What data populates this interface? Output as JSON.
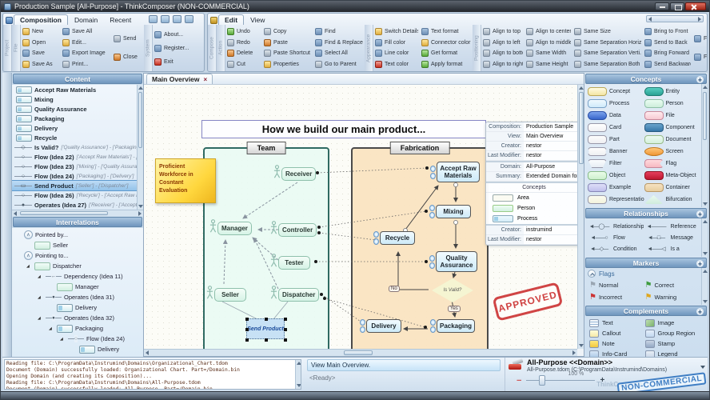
{
  "window": {
    "title": "Production Sample [All-Purpose] - ThinkComposer (NON-COMMERCIAL)",
    "controls": [
      {
        "n": "minimize-button",
        "c": "wb-min"
      },
      {
        "n": "maximize-button",
        "c": "wb-max"
      },
      {
        "n": "close-button",
        "c": "wb-close"
      }
    ]
  },
  "ribbon": {
    "left": {
      "section_label": "Project",
      "tabs": [
        {
          "label": "Composition",
          "active": "active"
        },
        {
          "label": "Domain"
        },
        {
          "label": "Recent"
        }
      ],
      "quick_buttons": [
        {
          "n": "quick-new-button",
          "c": "cg"
        },
        {
          "n": "quick-open-button",
          "c": "cy"
        },
        {
          "n": "quick-edit-button",
          "c": "cy"
        },
        {
          "n": "quick-save-button",
          "c": "cb"
        }
      ],
      "file_label": "File",
      "file_col1": [
        {
          "n": "new-button",
          "label": "New",
          "c": "cy"
        },
        {
          "n": "open-button",
          "label": "Open",
          "c": "cy"
        },
        {
          "n": "save-button",
          "label": "Save",
          "c": "cb"
        },
        {
          "n": "save-as-button",
          "label": "Save As",
          "c": "cy"
        }
      ],
      "file_col2": [
        {
          "n": "save-all-button",
          "label": "Save All",
          "c": "cb"
        },
        {
          "n": "edit-button",
          "label": "Edit...",
          "c": "cy"
        },
        {
          "n": "export-image-button",
          "label": "Export Image",
          "c": "cb"
        },
        {
          "n": "print-button",
          "label": "Print...",
          "c": "ck"
        }
      ],
      "file_col3": [
        {
          "n": "send-button",
          "label": "Send",
          "c": "ck"
        },
        {
          "n": "close-doc-button",
          "label": "Close",
          "c": "co"
        }
      ],
      "system_label": "System",
      "system_col": [
        {
          "n": "about-button",
          "label": "About...",
          "c": "cb"
        },
        {
          "n": "register-button",
          "label": "Register...",
          "c": "cb"
        },
        {
          "n": "exit-button",
          "label": "Exit",
          "c": "cr"
        }
      ]
    },
    "right": {
      "section_label": "Compose",
      "tabs": [
        {
          "label": "Edit",
          "active": "active"
        },
        {
          "label": "View"
        }
      ],
      "action_label": "Action",
      "action_col1": [
        {
          "n": "undo-button",
          "label": "Undo",
          "c": "cg"
        },
        {
          "n": "redo-button",
          "label": "Redo",
          "c": "ck"
        },
        {
          "n": "delete-button",
          "label": "Delete",
          "c": "co"
        },
        {
          "n": "cut-button",
          "label": "Cut",
          "c": "ck"
        }
      ],
      "action_col2": [
        {
          "n": "copy-button",
          "label": "Copy",
          "c": "ck"
        },
        {
          "n": "paste-button",
          "label": "Paste",
          "c": "co"
        },
        {
          "n": "paste-shortcut-button",
          "label": "Paste Shortcut",
          "c": "ck"
        },
        {
          "n": "properties-button",
          "label": "Properties",
          "c": "cy"
        }
      ],
      "action_col3": [
        {
          "n": "find-button",
          "label": "Find",
          "c": "cb"
        },
        {
          "n": "find-replace-button",
          "label": "Find & Replace",
          "c": "cb"
        },
        {
          "n": "select-all-button",
          "label": "Select All",
          "c": "cb"
        },
        {
          "n": "go-to-parent-button",
          "label": "Go to Parent",
          "c": "ck"
        }
      ],
      "appearance_label": "Appearance",
      "appearance_col1": [
        {
          "n": "switch-details-button",
          "label": "Switch Details",
          "c": "cy"
        },
        {
          "n": "fill-color-button",
          "label": "Fill color",
          "c": "cb"
        },
        {
          "n": "line-color-button",
          "label": "Line color",
          "c": "cb"
        },
        {
          "n": "text-color-button",
          "label": "Text color",
          "c": "cr"
        }
      ],
      "appearance_col2": [
        {
          "n": "text-format-button",
          "label": "Text format",
          "c": "cb"
        },
        {
          "n": "connector-color-button",
          "label": "Connector color",
          "c": "cy"
        },
        {
          "n": "get-format-button",
          "label": "Get format",
          "c": "cg"
        },
        {
          "n": "apply-format-button",
          "label": "Apply format",
          "c": "cg"
        }
      ],
      "positioning_label": "Positioning",
      "pos_col1": [
        {
          "n": "align-top-button",
          "label": "Align to top",
          "c": "ck"
        },
        {
          "n": "align-left-button",
          "label": "Align to left",
          "c": "ck"
        },
        {
          "n": "align-bottom-button",
          "label": "Align to bottom",
          "c": "ck"
        },
        {
          "n": "align-right-button",
          "label": "Align to right",
          "c": "ck"
        }
      ],
      "pos_col2": [
        {
          "n": "align-center-button",
          "label": "Align to center",
          "c": "ck"
        },
        {
          "n": "align-middle-button",
          "label": "Align to middle",
          "c": "ck"
        },
        {
          "n": "same-width-button",
          "label": "Same Width",
          "c": "ck"
        },
        {
          "n": "same-height-button",
          "label": "Same Height",
          "c": "ck"
        }
      ],
      "pos_col3": [
        {
          "n": "same-size-button",
          "label": "Same Size",
          "c": "ck"
        },
        {
          "n": "same-separation-horiz-button",
          "label": "Same Separation Horiz.",
          "c": "ck"
        },
        {
          "n": "same-separation-verti-button",
          "label": "Same Separation Verti.",
          "c": "ck"
        },
        {
          "n": "same-separation-both-button",
          "label": "Same Separation Both",
          "c": "ck"
        }
      ],
      "pos_col4": [
        {
          "n": "bring-to-front-button",
          "label": "Bring to Front",
          "c": "cb"
        },
        {
          "n": "send-to-back-button",
          "label": "Send to Back",
          "c": "cb"
        },
        {
          "n": "bring-forward-button",
          "label": "Bring Forward",
          "c": "cb"
        },
        {
          "n": "send-backward-button",
          "label": "Send Backward",
          "c": "cb"
        }
      ],
      "pos_col5": [
        {
          "n": "flip-horizontal-button",
          "label": "Flip Horizontal",
          "c": "cb"
        },
        {
          "n": "flip-vertical-button",
          "label": "Flip Vertical",
          "c": "cb"
        }
      ]
    }
  },
  "sidebar": {
    "content_header": "Content",
    "content_items": [
      {
        "t": "node",
        "label": "Accept Raw Materials"
      },
      {
        "t": "node",
        "label": "Mixing"
      },
      {
        "t": "node",
        "label": "Quality Assurance"
      },
      {
        "t": "node",
        "label": "Packaging"
      },
      {
        "t": "node",
        "label": "Delivery"
      },
      {
        "t": "node",
        "label": "Recycle"
      },
      {
        "t": "rel",
        "g": "◇",
        "label": "Is Valid?",
        "detail": "['Quality Assurance'] - ['Packaging', 'Recycle']"
      },
      {
        "t": "rel",
        "g": "○",
        "label": "Flow (Idea 22)",
        "detail": "['Accept Raw Materials'] - ['Mixing']"
      },
      {
        "t": "rel",
        "g": "○",
        "label": "Flow (Idea 23)",
        "detail": "['Mixing'] - ['Quality Assurance']"
      },
      {
        "t": "rel",
        "g": "○",
        "label": "Flow (Idea 24)",
        "detail": "['Packaging'] - ['Delivery']"
      },
      {
        "t": "rel",
        "g": "▭",
        "label": "Send Product",
        "detail": "['Seller'] - ['Dispatcher']",
        "state": "selected"
      },
      {
        "t": "rel",
        "g": "○",
        "label": "Flow (Idea 26)",
        "detail": "['Recycle'] - ['Accept Raw Materials']"
      },
      {
        "t": "rel",
        "g": "●",
        "label": "Operates (Idea 27)",
        "detail": "['Receiver'] - ['Accept Raw Materials']"
      }
    ],
    "interrelations_header": "Interrelations",
    "tree": [
      {
        "ind": "i0",
        "k": "k-hdr",
        "g": "∧",
        "label": "Pointed by..."
      },
      {
        "ind": "i1",
        "k": "k-person",
        "label": "Seller"
      },
      {
        "ind": "i0",
        "k": "k-hdr",
        "g": "∧",
        "label": "Pointing to..."
      },
      {
        "ind": "i1",
        "k": "k-person",
        "tw": "◢",
        "label": "Dispatcher"
      },
      {
        "ind": "i2",
        "k": "k-rel",
        "tw": "◢",
        "g": "←",
        "label": "Dependency (Idea 11)"
      },
      {
        "ind": "i3",
        "k": "k-person",
        "label": "Manager"
      },
      {
        "ind": "i2",
        "k": "k-rel",
        "tw": "◢",
        "g": "●",
        "label": "Operates (Idea 31)"
      },
      {
        "ind": "i3",
        "k": "k-proc",
        "label": "Delivery"
      },
      {
        "ind": "i2",
        "k": "k-rel",
        "tw": "◢",
        "g": "●",
        "label": "Operates (Idea 32)"
      },
      {
        "ind": "i3",
        "k": "k-proc",
        "tw": "◢",
        "label": "Packaging"
      },
      {
        "ind": "i4",
        "k": "k-rel",
        "tw": "◢",
        "g": "○",
        "label": "Flow (Idea 24)"
      },
      {
        "ind": "i5",
        "k": "k-proc",
        "label": "Delivery"
      }
    ]
  },
  "canvas": {
    "tab_label": "Main Overview",
    "tab_close_glyph": "×",
    "title": "How we build our main product...",
    "note_text": "Proficient Workforce in Cosntant Evaluation",
    "team_label": "Team",
    "fabrication_label": "Fabrication",
    "persons": [
      {
        "cls": "p-receiver",
        "label": "Receiver"
      },
      {
        "cls": "p-manager",
        "label": "Manager"
      },
      {
        "cls": "p-controller",
        "label": "Controller"
      },
      {
        "cls": "p-tester",
        "label": "Tester"
      },
      {
        "cls": "p-seller",
        "label": "Seller"
      },
      {
        "cls": "p-dispatcher",
        "label": "Dispatcher"
      }
    ],
    "processes": [
      {
        "cls": "n-arm",
        "label": "Accept Raw Materials"
      },
      {
        "cls": "n-mixing",
        "label": "Mixing"
      },
      {
        "cls": "n-recycle",
        "label": "Recycle"
      },
      {
        "cls": "n-qa",
        "label": "Quality Assurance"
      },
      {
        "cls": "n-delivery",
        "label": "Delivery"
      },
      {
        "cls": "n-packaging",
        "label": "Packaging"
      }
    ],
    "send_product_label": "Send Product",
    "decision_label": "Is Valid?",
    "no_label": "No",
    "yes_label": "Yes",
    "approved_label": "APPROVED",
    "properties": {
      "rows_view": [
        {
          "label": "Composition:",
          "value": "Production Sample"
        },
        {
          "label": "View:",
          "value": "Main Overview"
        },
        {
          "label": "Creator:",
          "value": "nestor"
        },
        {
          "label": "Last Modifier:",
          "value": "nestor"
        }
      ],
      "rows_domain": [
        {
          "label": "Domain:",
          "value": "All-Purpose"
        },
        {
          "label": "Summary:",
          "value": "Extended Domain for"
        }
      ],
      "concepts_header": "Concepts",
      "legend": [
        {
          "cls": "sw-area",
          "label": "Area"
        },
        {
          "cls": "sw-person",
          "label": "Person"
        },
        {
          "cls": "sw-process",
          "label": "Process"
        }
      ],
      "rows_creator": [
        {
          "label": "Creator:",
          "value": "instrumind"
        },
        {
          "label": "Last Modifier:",
          "value": "nestor"
        }
      ]
    }
  },
  "palette": {
    "plus_glyph": "+",
    "concepts_header": "Concepts",
    "concepts": [
      {
        "cls": "sh-concept",
        "label": "Concept"
      },
      {
        "cls": "sh-entity",
        "label": "Entity"
      },
      {
        "cls": "sh-process",
        "label": "Process"
      },
      {
        "cls": "sh-person",
        "label": "Person"
      },
      {
        "cls": "sh-data",
        "label": "Data"
      },
      {
        "cls": "sh-file",
        "label": "File"
      },
      {
        "cls": "sh-card",
        "label": "Card"
      },
      {
        "cls": "sh-component",
        "label": "Component"
      },
      {
        "cls": "sh-part",
        "label": "Part"
      },
      {
        "cls": "sh-document",
        "label": "Document"
      },
      {
        "cls": "sh-banner",
        "label": "Banner"
      },
      {
        "cls": "sh-screen",
        "label": "Screen"
      },
      {
        "cls": "sh-filter",
        "label": "Filter"
      },
      {
        "cls": "sh-flag",
        "label": "Flag"
      },
      {
        "cls": "sh-object",
        "label": "Object"
      },
      {
        "cls": "sh-meta",
        "label": "Meta-Object"
      },
      {
        "cls": "sh-example",
        "label": "Example"
      },
      {
        "cls": "sh-container",
        "label": "Container"
      },
      {
        "cls": "sh-representation",
        "label": "Representation"
      },
      {
        "cls": "sh-bifurcation",
        "label": "Bifurcation"
      }
    ],
    "relationships_header": "Relationships",
    "relationships": [
      {
        "g": "◄—◯—",
        "label": "Relationship"
      },
      {
        "g": "◄———",
        "label": "Reference"
      },
      {
        "g": "◄——○",
        "label": "Flow"
      },
      {
        "g": "◄—□—",
        "label": "Message"
      },
      {
        "g": "◄—◇—",
        "label": "Condition"
      },
      {
        "g": "◄——◁",
        "label": "Is a"
      }
    ],
    "markers_header": "Markers",
    "flags_label": "Flags",
    "flags": [
      {
        "c": "f-normal",
        "g": "⚑",
        "label": "Normal"
      },
      {
        "c": "f-correct",
        "g": "⚑",
        "label": "Correct"
      },
      {
        "c": "f-incorrect",
        "g": "⚑",
        "label": "Incorrect"
      },
      {
        "c": "f-warning",
        "g": "⚑",
        "label": "Warning"
      }
    ],
    "complements_header": "Complements",
    "complements": [
      {
        "c": "c-text",
        "label": "Text"
      },
      {
        "c": "c-image",
        "label": "Image"
      },
      {
        "c": "c-callout",
        "label": "Callout"
      },
      {
        "c": "c-group",
        "label": "Group Region"
      },
      {
        "c": "c-note",
        "label": "Note"
      },
      {
        "c": "c-stamp",
        "label": "Stamp"
      },
      {
        "c": "c-infocard",
        "label": "Info-Card"
      },
      {
        "c": "c-legend",
        "label": "Legend"
      }
    ]
  },
  "statusbar": {
    "log_lines": [
      "Reading file: C:\\ProgramData\\Instrumind\\Domains\\Organizational_Chart.tdom",
      "Document (Domain) successfully loaded: Organizational Chart. Part=/Domain.bin",
      "Opening Domain (and creating its Composition)...",
      "Reading file: C:\\ProgramData\\Instrumind\\Domains\\All-Purpose.tdom",
      "Document (Domain) successfully loaded: All-Purpose. Part=/Domain.bin"
    ],
    "message": "View Main Overview.",
    "ready": "<Ready>",
    "domain_title": "All-Purpose <<Domain>>",
    "domain_path": "All-Purpose.tdom (C:\\ProgramData\\Instrumind\\Domains)",
    "zoom": "100 %",
    "watermark": "NON-COMMERCIAL",
    "ghost_logo": "ThinkComposer"
  }
}
